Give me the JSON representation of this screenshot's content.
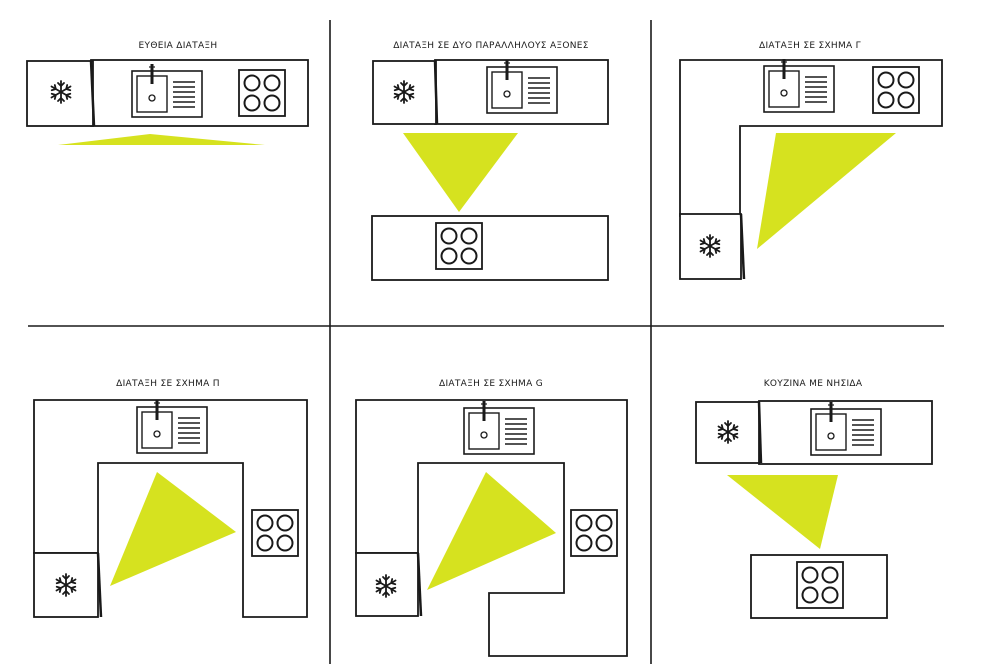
{
  "colors": {
    "background": "#ffffff",
    "line": "#1a1a1a",
    "work_triangle": "#d6e21f"
  },
  "icons": {
    "fridge": "snowflake-icon",
    "sink": "sink-icon",
    "hob": "hob-icon"
  },
  "panels": [
    {
      "id": "straight",
      "title": "ΕΥΘΕΙΑ ΔΙΑΤΑΞΗ"
    },
    {
      "id": "parallel",
      "title": "ΔΙΑΤΑΞΗ ΣΕ ΔΥΟ ΠΑΡΑΛΛΗΛΟΥΣ ΑΞΟΝΕΣ"
    },
    {
      "id": "l-shape",
      "title": "ΔΙΑΤΑΞΗ ΣΕ ΣΧΗΜΑ Γ"
    },
    {
      "id": "u-shape",
      "title": "ΔΙΑΤΑΞΗ ΣΕ ΣΧΗΜΑ Π"
    },
    {
      "id": "g-shape",
      "title": "ΔΙΑΤΑΞΗ ΣΕ ΣΧΗΜΑ G"
    },
    {
      "id": "island",
      "title": "ΚΟΥΖΙΝΑ ΜΕ ΝΗΣΙΔΑ"
    }
  ]
}
